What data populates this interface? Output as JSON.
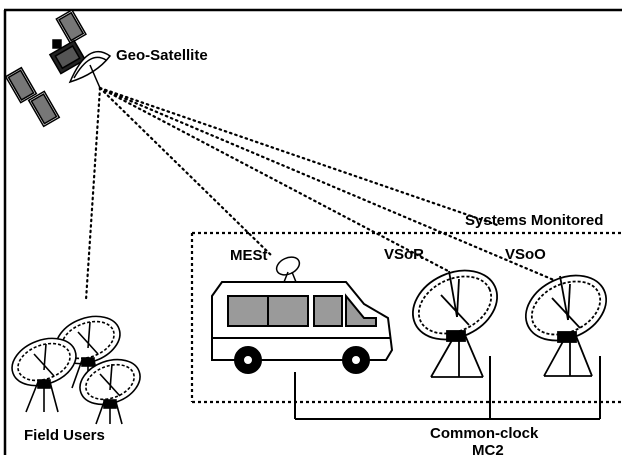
{
  "labels": {
    "geo_satellite": "Geo-Satellite",
    "systems_monitored": "Systems Monitored",
    "mest": "MESt",
    "vsor": "VSoR",
    "vsoo": "VSoO",
    "field_users": "Field Users",
    "common_clock_line1": "Common-clock",
    "common_clock_line2": "MC2"
  },
  "colors": {
    "ink": "#000000",
    "background": "#ffffff",
    "van_window": "#9a9a9a"
  }
}
